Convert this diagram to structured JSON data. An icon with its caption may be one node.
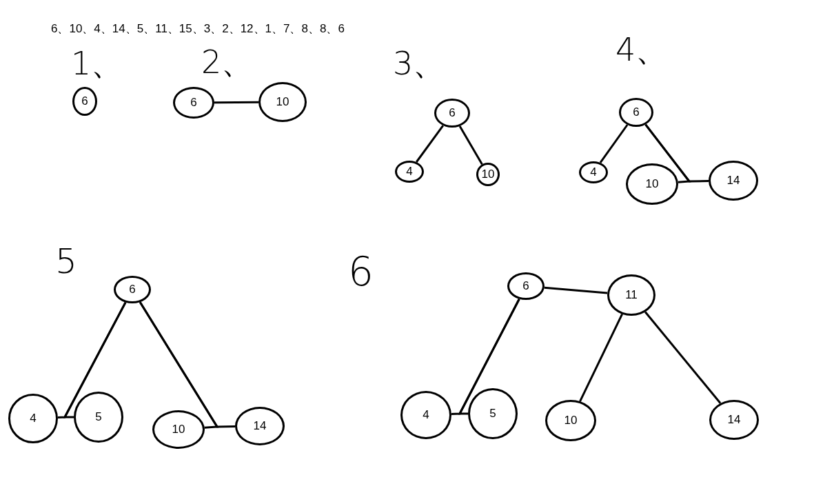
{
  "diagram": {
    "nodes": [
      {
        "text": [
          "6"
        ]
      },
      {
        "text": [
          "6"
        ]
      },
      {
        "text": [
          "10"
        ]
      },
      {
        "text": [
          "6"
        ]
      },
      {
        "text": [
          "4"
        ]
      },
      {
        "text": [
          "10"
        ]
      },
      {
        "text": [
          "6"
        ]
      },
      {
        "text": [
          "4"
        ]
      },
      {
        "text": [
          "10"
        ]
      },
      {
        "text": [
          "14"
        ]
      },
      {
        "text": [
          "6"
        ]
      },
      {
        "text": [
          "4"
        ]
      },
      {
        "text": [
          "5"
        ]
      },
      {
        "text": [
          "10"
        ]
      },
      {
        "text": [
          "14"
        ]
      },
      {
        "text": [
          "6"
        ]
      },
      {
        "text": [
          "11"
        ]
      },
      {
        "text": [
          "4"
        ]
      },
      {
        "text": [
          "5"
        ]
      },
      {
        "text": [
          "10"
        ]
      },
      {
        "text": [
          "14"
        ]
      }
    ],
    "edges": [
      {
        "from": 1,
        "to": 2,
        "arrow": "none"
      },
      {
        "from": 3,
        "to": 4,
        "arrow": "none"
      },
      {
        "from": 3,
        "to": 5,
        "arrow": "none"
      },
      {
        "from": 6,
        "to": 7,
        "arrow": "none"
      },
      {
        "from": 6,
        "to": 8,
        "arrow": "none"
      },
      {
        "from": 6,
        "to": 9,
        "arrow": "none"
      },
      {
        "from": 10,
        "to": 11,
        "arrow": "none"
      },
      {
        "from": 10,
        "to": 12,
        "arrow": "none"
      },
      {
        "from": 10,
        "to": 13,
        "arrow": "none"
      },
      {
        "from": 10,
        "to": 14,
        "arrow": "none"
      },
      {
        "from": 15,
        "to": 16,
        "arrow": "none"
      },
      {
        "from": 15,
        "to": 17,
        "arrow": "none"
      },
      {
        "from": 15,
        "to": 18,
        "arrow": "none"
      },
      {
        "from": 16,
        "to": 19,
        "arrow": "none"
      },
      {
        "from": 16,
        "to": 20,
        "arrow": "none"
      }
    ],
    "labels": [
      "6、10、4、14、5、11、15、3、2、12、1、7、8、8、6",
      "1、",
      "2、",
      "3、",
      "4、",
      "5",
      "6"
    ]
  }
}
